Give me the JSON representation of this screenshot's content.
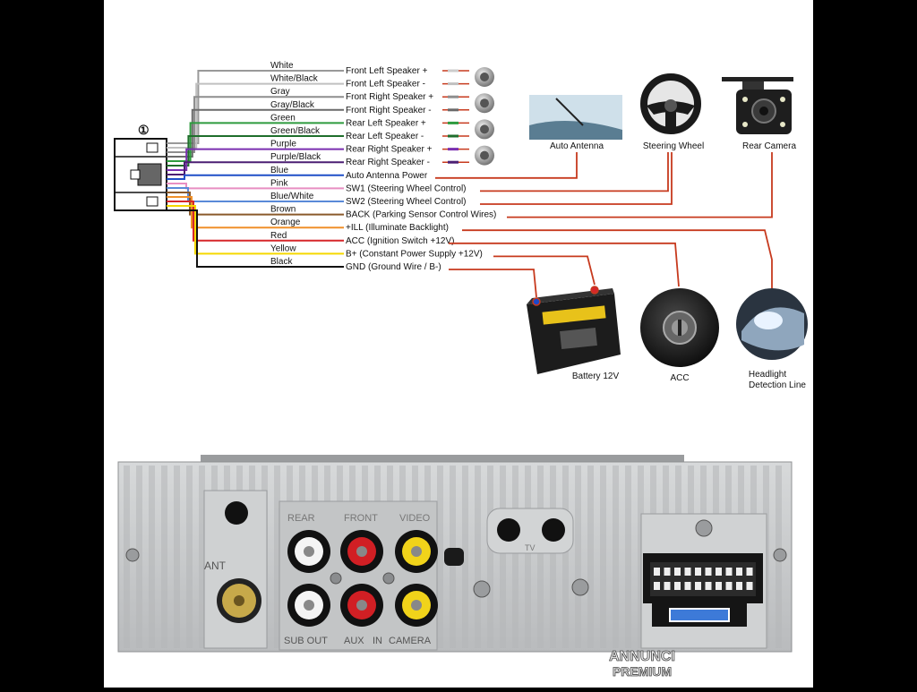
{
  "connector_number": "①",
  "wires": [
    {
      "color_name": "White",
      "function": "Front Left Speaker +",
      "hex": "#e8e8e8"
    },
    {
      "color_name": "White/Black",
      "function": "Front Left Speaker -",
      "hex": "#c0c0c0"
    },
    {
      "color_name": "Gray",
      "function": "Front Right Speaker +",
      "hex": "#8e8e8e"
    },
    {
      "color_name": "Gray/Black",
      "function": "Front Right Speaker -",
      "hex": "#6a6a6a"
    },
    {
      "color_name": "Green",
      "function": "Rear Left Speaker +",
      "hex": "#2e9b3e"
    },
    {
      "color_name": "Green/Black",
      "function": "Rear Left Speaker -",
      "hex": "#1f6e2b"
    },
    {
      "color_name": "Purple",
      "function": "Rear Right Speaker +",
      "hex": "#7a2fb0"
    },
    {
      "color_name": "Purple/Black",
      "function": "Rear Right Speaker -",
      "hex": "#4c1f73"
    },
    {
      "color_name": "Blue",
      "function": "Auto  Antenna Power",
      "hex": "#1f4fc8"
    },
    {
      "color_name": "Pink",
      "function": "SW1 (Steering Wheel Control)",
      "hex": "#e88fc2"
    },
    {
      "color_name": "Blue/White",
      "function": "SW2 (Steering Wheel Control)",
      "hex": "#5a8ad8"
    },
    {
      "color_name": "Brown",
      "function": "BACK (Parking Sensor Control Wires)",
      "hex": "#8a5a2b"
    },
    {
      "color_name": "Orange",
      "function": "+ILL (Illuminate Backlight)",
      "hex": "#f0902a"
    },
    {
      "color_name": "Red",
      "function": "ACC (Ignition Switch +12V)",
      "hex": "#d6262a"
    },
    {
      "color_name": "Yellow",
      "function": "B+ (Constant Power Supply +12V)",
      "hex": "#f5d800"
    },
    {
      "color_name": "Black",
      "function": "GND (Ground Wire / B-)",
      "hex": "#111111"
    }
  ],
  "devices": {
    "antenna": "Auto Antenna",
    "steering": "Steering Wheel",
    "camera": "Rear Camera",
    "battery": "Battery 12V",
    "acc": "ACC",
    "headlight_line1": "Headlight",
    "headlight_line2": "Detection Line"
  },
  "panel_labels": {
    "rear": "REAR",
    "front": "FRONT",
    "video": "VIDEO",
    "ant": "ANT",
    "sub_out": "SUB OUT",
    "aux": "AUX",
    "in": "IN",
    "camera": "CAMERA",
    "tv": "TV"
  },
  "watermark": {
    "line1": "ANNUNCI",
    "line2": "PREMIUM"
  },
  "colors": {
    "arrow": "#c73a1e",
    "panel": "#c9cbcc",
    "fin": "#b4b6b8"
  }
}
